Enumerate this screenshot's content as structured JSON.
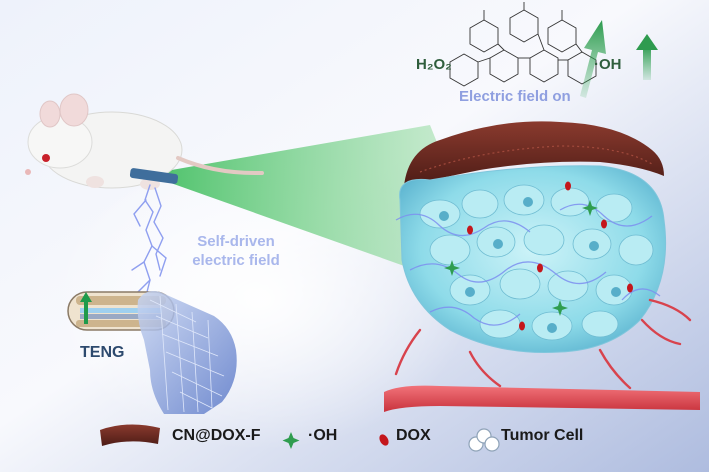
{
  "labels": {
    "h2o2": "H₂O₂",
    "oh_top": "·OH",
    "field_on": "Electric field on",
    "self_driven": "Self-driven electric field",
    "teng": "TENG"
  },
  "legend": [
    {
      "icon": "hydrogel-strip-icon",
      "label": "CN@DOX-F"
    },
    {
      "icon": "green-star-icon",
      "label": "·OH"
    },
    {
      "icon": "red-drop-icon",
      "label": "DOX"
    },
    {
      "icon": "cell-cluster-icon",
      "label": "Tumor Cell"
    }
  ],
  "colors": {
    "hydrogel": "#6b2a22",
    "tumor": "#9fe3ee",
    "vessel": "#e8505a",
    "field_green": "#34a857",
    "lightning": "#9aa6f0",
    "text_dark": "#2d4a6e"
  }
}
